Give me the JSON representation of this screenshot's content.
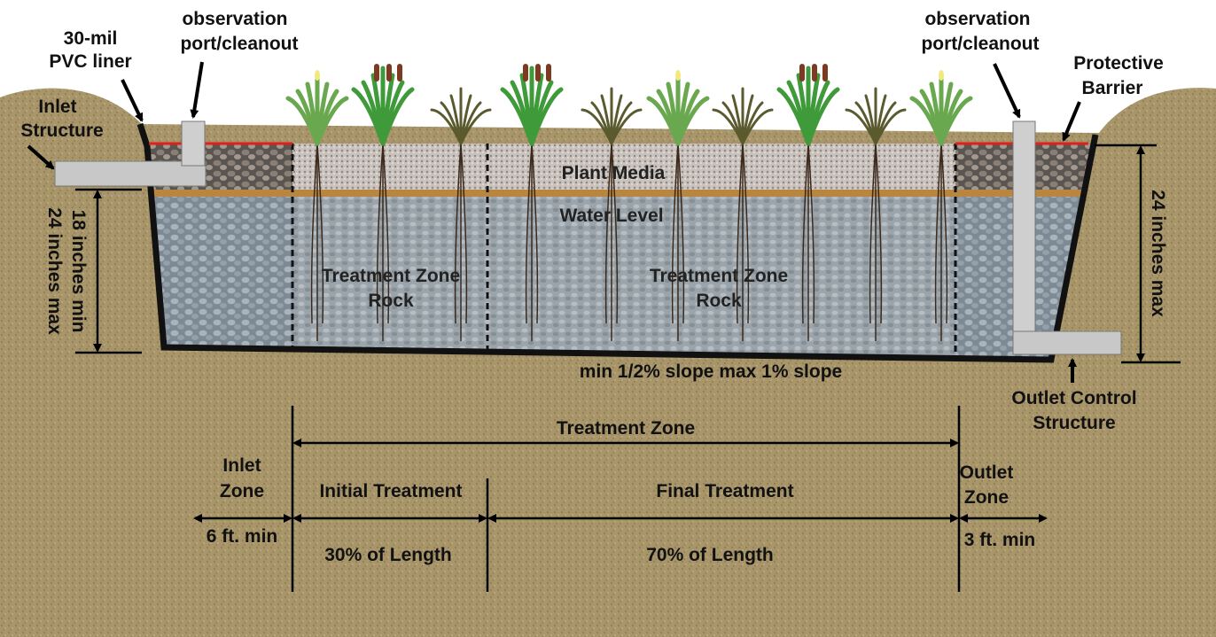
{
  "labels": {
    "liner": [
      "30-mil",
      "PVC liner"
    ],
    "obs_port_left": [
      "observation",
      "port/cleanout"
    ],
    "obs_port_right": [
      "observation",
      "port/cleanout"
    ],
    "inlet_structure": [
      "Inlet",
      "Structure"
    ],
    "protective_barrier": [
      "Protective",
      "Barrier"
    ],
    "plant_media": "Plant Media",
    "water_level": "Water Level",
    "treatment_rock_left": [
      "Treatment Zone",
      "Rock"
    ],
    "treatment_rock_right": [
      "Treatment Zone",
      "Rock"
    ],
    "depth_left": [
      "18 inches min",
      "24 inches max"
    ],
    "depth_right": "24 inches max",
    "slope": "min 1/2% slope max 1% slope",
    "outlet_control": [
      "Outlet Control",
      "Structure"
    ],
    "treatment_zone": "Treatment Zone",
    "inlet_zone": [
      "Inlet",
      "Zone"
    ],
    "initial_treatment": "Initial Treatment",
    "final_treatment": "Final Treatment",
    "outlet_zone": [
      "Outlet",
      "Zone"
    ],
    "inlet_min": "6 ft. min",
    "initial_pct": "30% of Length",
    "final_pct": "70% of Length",
    "outlet_min": "3 ft. min"
  },
  "colors": {
    "soil": "#a8956a",
    "plant_media": "#c9c2bd",
    "rock": "#9fa7ad",
    "liner": "#111111",
    "barrier": "#e0201c",
    "pipe": "#c8c8c8",
    "plant": "#3f9a3a"
  }
}
